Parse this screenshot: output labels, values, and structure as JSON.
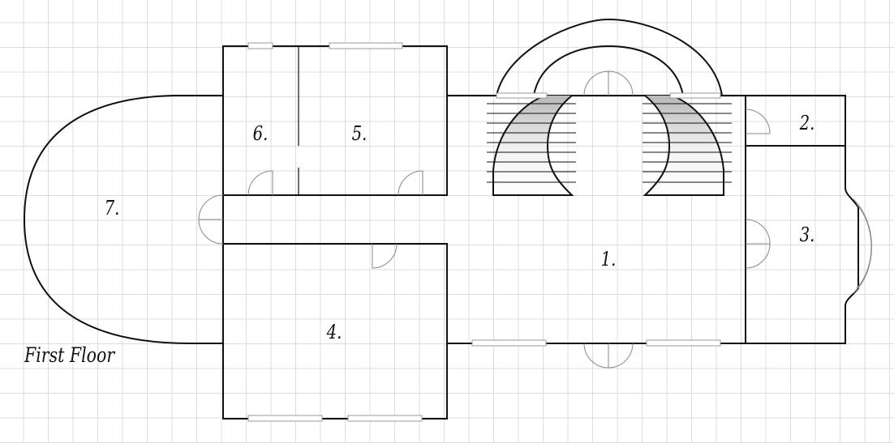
{
  "floor_title": "First Floor",
  "rooms": [
    {
      "label": "1."
    },
    {
      "label": "2."
    },
    {
      "label": "3."
    },
    {
      "label": "4."
    },
    {
      "label": "5."
    },
    {
      "label": "6."
    },
    {
      "label": "7."
    }
  ],
  "colors": {
    "wall": "#111111",
    "grid": "#dcdcdc",
    "stair_fill": "#d8d8d8"
  }
}
